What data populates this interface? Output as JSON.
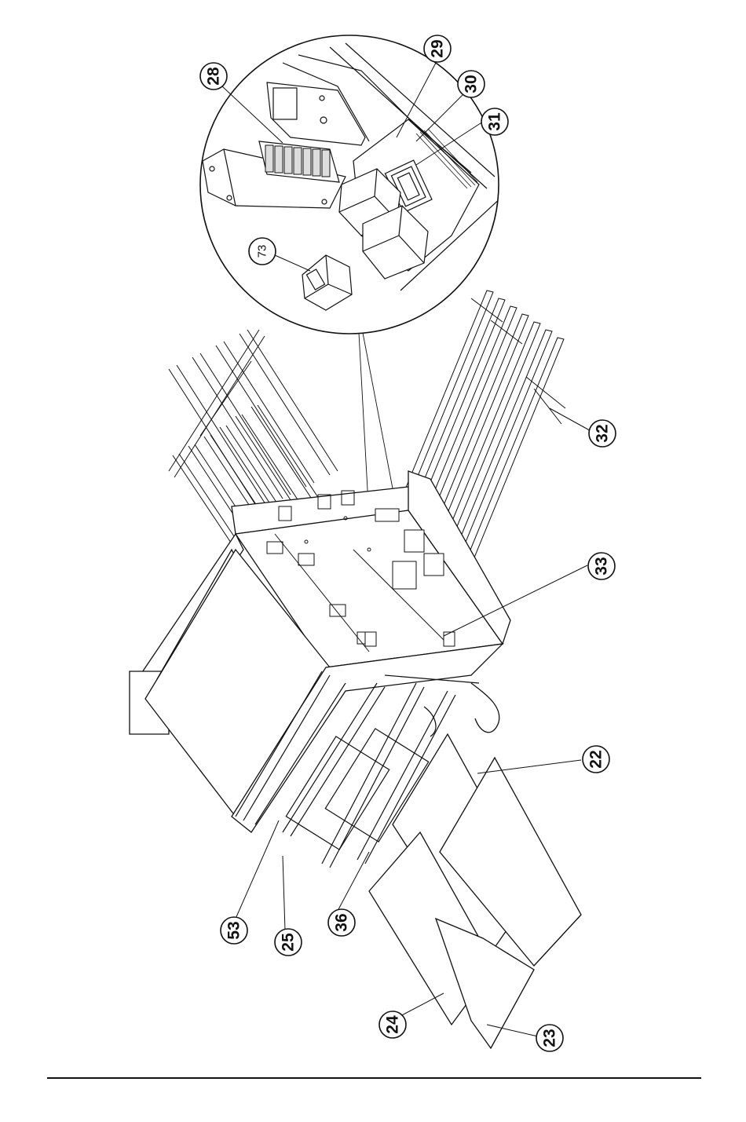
{
  "diagram": {
    "callouts": [
      {
        "id": "c28",
        "label": "28"
      },
      {
        "id": "c29",
        "label": "29"
      },
      {
        "id": "c30",
        "label": "30"
      },
      {
        "id": "c31",
        "label": "31"
      },
      {
        "id": "c73",
        "label": "73"
      },
      {
        "id": "c32",
        "label": "32"
      },
      {
        "id": "c33",
        "label": "33"
      },
      {
        "id": "c22",
        "label": "22"
      },
      {
        "id": "c53",
        "label": "53"
      },
      {
        "id": "c25",
        "label": "25"
      },
      {
        "id": "c36",
        "label": "36"
      },
      {
        "id": "c24",
        "label": "24"
      },
      {
        "id": "c23",
        "label": "23"
      }
    ]
  }
}
